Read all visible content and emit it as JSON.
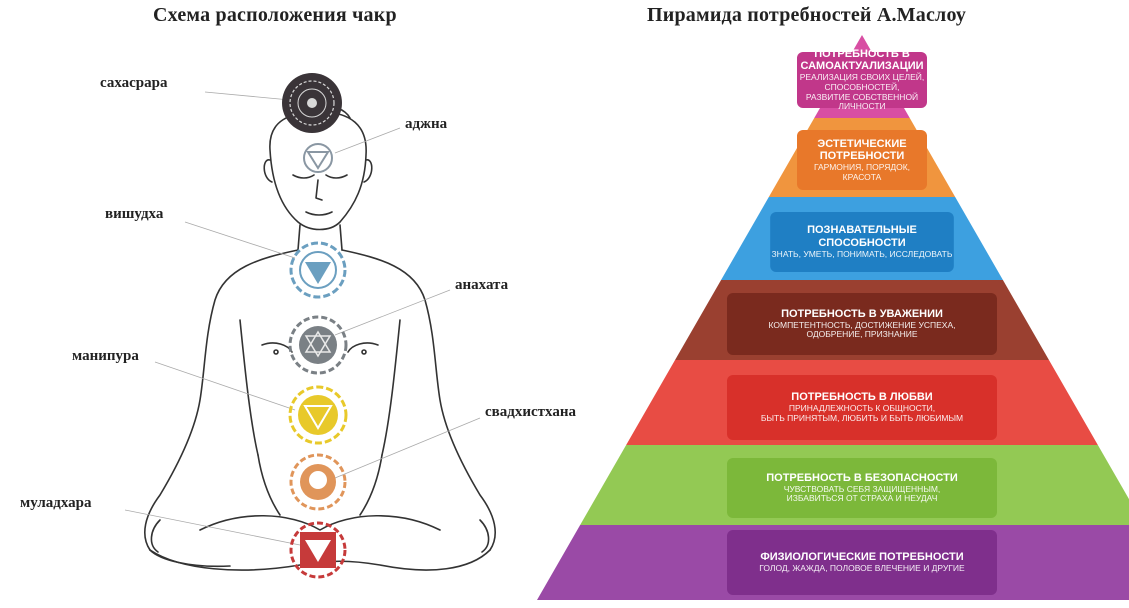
{
  "left_title": "Схема расположения чакр",
  "right_title": "Пирамида потребностей А.Маслоу",
  "chakras": [
    {
      "label": "сахасрара",
      "color": "#3a3438"
    },
    {
      "label": "аджна",
      "color": "#8a97a3"
    },
    {
      "label": "вишудха",
      "color": "#6b9fc0"
    },
    {
      "label": "анахата",
      "color": "#7a8085"
    },
    {
      "label": "манипура",
      "color": "#e8c92a"
    },
    {
      "label": "свадхистхана",
      "color": "#e0955a"
    },
    {
      "label": "муладхара",
      "color": "#c63a3a"
    }
  ],
  "pyramid": [
    {
      "title": "ПОТРЕБНОСТЬ В САМОАКТУАЛИЗАЦИИ",
      "lines": [
        "РЕАЛИЗАЦИЯ СВОИХ ЦЕЛЕЙ, СПОСОБНОСТЕЙ,",
        "РАЗВИТИЕ СОБСТВЕННОЙ ЛИЧНОСТИ"
      ],
      "color": "#c1378a",
      "band": "#d84ea3"
    },
    {
      "title": "ЭСТЕТИЧЕСКИЕ ПОТРЕБНОСТИ",
      "lines": [
        "ГАРМОНИЯ, ПОРЯДОК, КРАСОТА"
      ],
      "color": "#e8782a",
      "band": "#f0953e"
    },
    {
      "title": "ПОЗНАВАТЕЛЬНЫЕ СПОСОБНОСТИ",
      "lines": [
        "ЗНАТЬ, УМЕТЬ, ПОНИМАТЬ, ИССЛЕДОВАТЬ"
      ],
      "color": "#1f7fc4",
      "band": "#3da0e0"
    },
    {
      "title": "ПОТРЕБНОСТЬ В УВАЖЕНИИ",
      "lines": [
        "КОМПЕТЕНТНОСТЬ, ДОСТИЖЕНИЕ УСПЕХА,",
        "ОДОБРЕНИЕ, ПРИЗНАНИЕ"
      ],
      "color": "#7a2a1e",
      "band": "#9a4030"
    },
    {
      "title": "ПОТРЕБНОСТЬ В ЛЮБВИ",
      "lines": [
        "ПРИНАДЛЕЖНОСТЬ К ОБЩНОСТИ,",
        "БЫТЬ ПРИНЯТЫМ, ЛЮБИТЬ И БЫТЬ ЛЮБИМЫМ"
      ],
      "color": "#d8302a",
      "band": "#e84c44"
    },
    {
      "title": "ПОТРЕБНОСТЬ В БЕЗОПАСНОСТИ",
      "lines": [
        "ЧУВСТВОВАТЬ СЕБЯ ЗАЩИЩЕННЫМ,",
        "ИЗБАВИТЬСЯ ОТ СТРАХА И НЕУДАЧ"
      ],
      "color": "#7cb83a",
      "band": "#93c954"
    },
    {
      "title": "ФИЗИОЛОГИЧЕСКИЕ ПОТРЕБНОСТИ",
      "lines": [
        "ГОЛОД, ЖАЖДА, ПОЛОВОЕ ВЛЕЧЕНИЕ И ДРУГИЕ"
      ],
      "color": "#7f2f8c",
      "band": "#9a4aa6"
    }
  ]
}
